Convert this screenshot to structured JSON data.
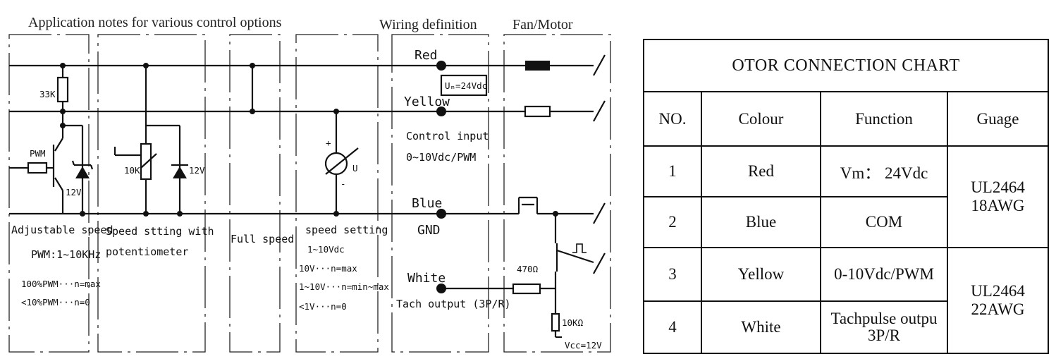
{
  "diagram": {
    "headings": {
      "app_notes": "Application notes for various control options",
      "wiring": "Wiring definition",
      "fan": "Fan/Motor"
    },
    "components": {
      "r33k": "33K",
      "pwm": "PWM",
      "zener1": "12V",
      "pot": "10K",
      "zener2": "12V",
      "meter": "U",
      "plus": "+",
      "minus": "-",
      "um_box": "Uₘ=24Vdc",
      "r470": "470Ω",
      "r10k": "10KΩ",
      "vcc": "Vcc=12V"
    },
    "wires": {
      "red": "Red",
      "yellow": "Yellow",
      "control_input": "Control input",
      "control_range": "0~10Vdc/PWM",
      "blue": "Blue",
      "gnd": "GND",
      "white": "White",
      "tach": "Tach output (3P/R)"
    },
    "options": {
      "adj_title": "Adjustable speed",
      "adj_pwm": "PWM:1~10KHz",
      "adj_max": "100%PWM···n=max",
      "adj_zero": "<10%PWM···n=0",
      "pot_l1": "Speed stting with",
      "pot_l2": "potentiometer",
      "full": "Full speed",
      "ss_l1": "speed setting",
      "ss_l2": "1~10Vdc",
      "ss_l3": "10V···n=max",
      "ss_l4": "1~10V···n=min~max",
      "ss_l5": "<1V···n=0"
    }
  },
  "table": {
    "title": "OTOR CONNECTION CHART",
    "headers": [
      "NO.",
      "Colour",
      "Function",
      "Guage"
    ],
    "rows": [
      {
        "no": "1",
        "colour": "Red",
        "function": "Vm： 24Vdc"
      },
      {
        "no": "2",
        "colour": "Blue",
        "function": "COM"
      },
      {
        "no": "3",
        "colour": "Yellow",
        "function": "0-10Vdc/PWM"
      },
      {
        "no": "4",
        "colour": "White",
        "function": "Tachpulse outpu",
        "function2": "3P/R"
      }
    ],
    "gauge_a1": "UL2464",
    "gauge_a2": "18AWG",
    "gauge_b1": "UL2464",
    "gauge_b2": "22AWG"
  }
}
